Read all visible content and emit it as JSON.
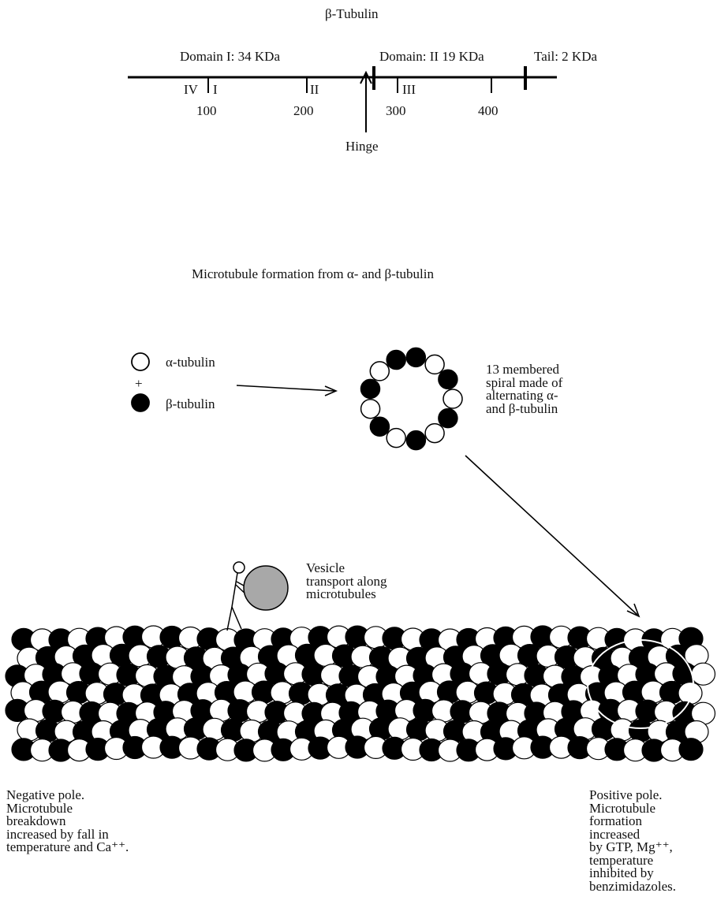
{
  "linear_map": {
    "title": "β-Tubulin",
    "domain_1": "Domain I: 34 KDa",
    "domain_2": "Domain: II 19 KDa",
    "tail": "Tail: 2 KDa",
    "markers": [
      "IV",
      "I",
      "II",
      "III"
    ],
    "positions": [
      "100",
      "200",
      "300",
      "400"
    ],
    "hinge": "Hinge"
  },
  "formation": {
    "title": "Microtubule formation from α- and β-tubulin",
    "legend_alpha": "α-tubulin",
    "legend_plus": "+",
    "legend_beta": "β-tubulin",
    "spiral_lines": [
      "13 membered",
      "spiral made of",
      "alternating α-",
      "and β-tubulin"
    ],
    "vesicle_lines": [
      "Vesicle",
      "transport along",
      "microtubules"
    ],
    "negative_pole_lines": [
      "Negative pole.",
      "Microtubule",
      "breakdown",
      "increased by fall in",
      "temperature and Ca⁺⁺."
    ],
    "positive_pole_lines": [
      "Positive pole.",
      "Microtubule",
      "formation",
      "increased",
      "by GTP, Mg⁺⁺,",
      "temperature",
      "inhibited by",
      "benzimidazoles."
    ]
  },
  "colors": {
    "alpha": "#ffffff",
    "beta": "#000000",
    "vesicle": "#a8a8a8"
  }
}
